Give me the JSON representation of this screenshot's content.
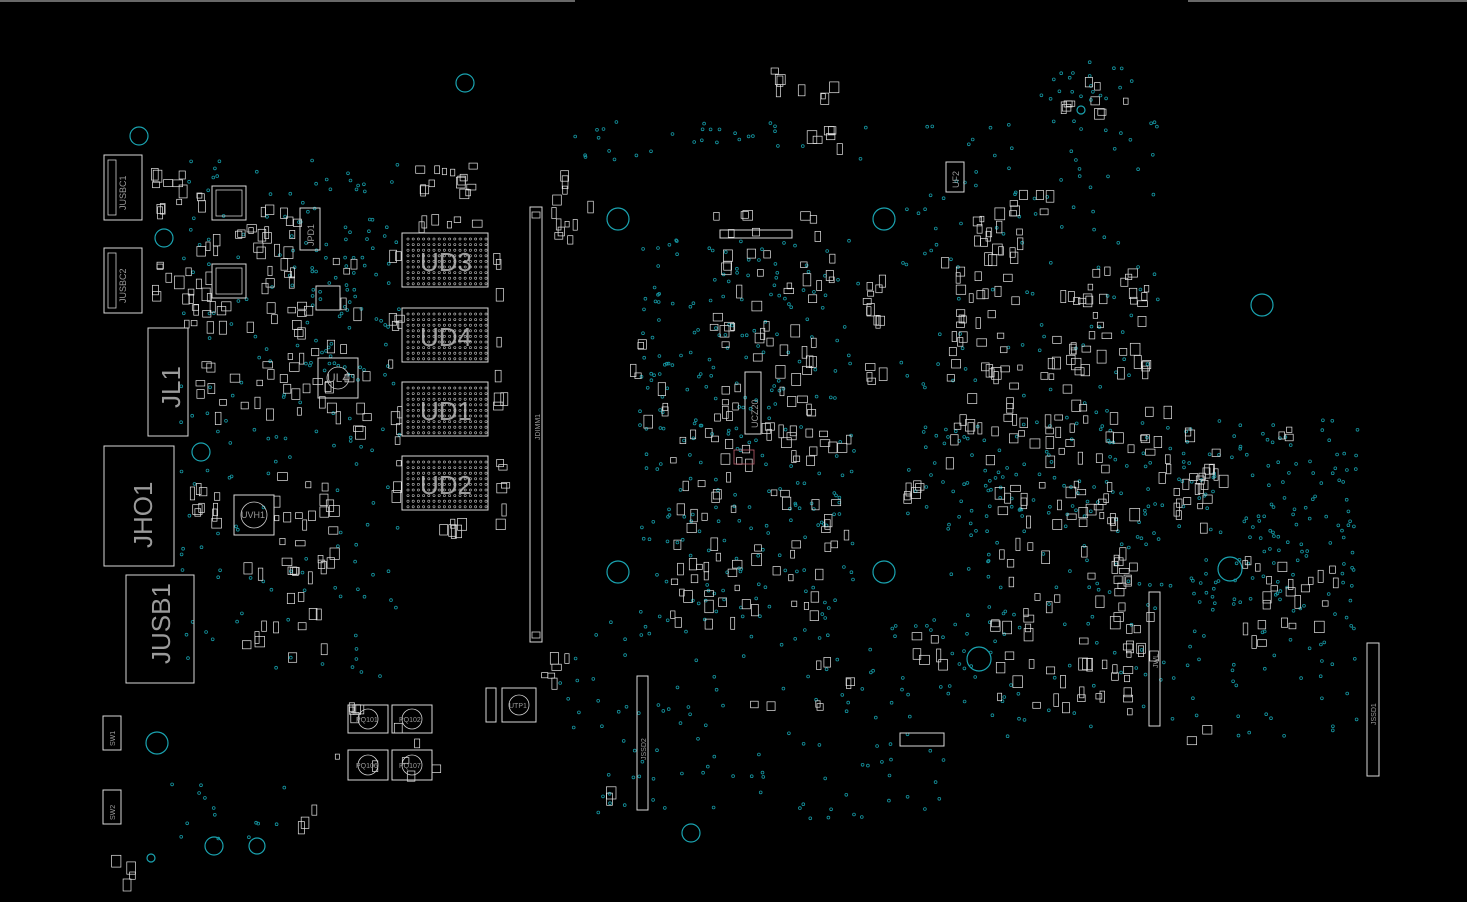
{
  "components": {
    "usbc1": "JUSBC1",
    "usbc2": "JUSBC2",
    "jl1": "JL1",
    "jho1": "JHO1",
    "jusb1": "JUSB1",
    "jpd1": "JPD1",
    "ul4": "UL4",
    "uvh1": "UVH1",
    "ud3": "UD3",
    "ud4": "UD4",
    "ud1": "UD1",
    "ud2": "UD2",
    "jdimm1": "JDIMM1",
    "pq101": "PQ101",
    "pq102": "PQ102",
    "pq106": "PQ106",
    "pq107": "PQ107",
    "utp1": "UTP1",
    "jssd2": "JSSD2",
    "jssd1": "JSSD1",
    "jwl": "JWL",
    "uf2": "UF2",
    "uc220": "UCZ20",
    "sw1": "SW1",
    "sw2": "SW2"
  },
  "colors": {
    "background": "#000000",
    "outline": "#d9d9d9",
    "via": "#1597a3",
    "label": "#9a9a9a"
  }
}
